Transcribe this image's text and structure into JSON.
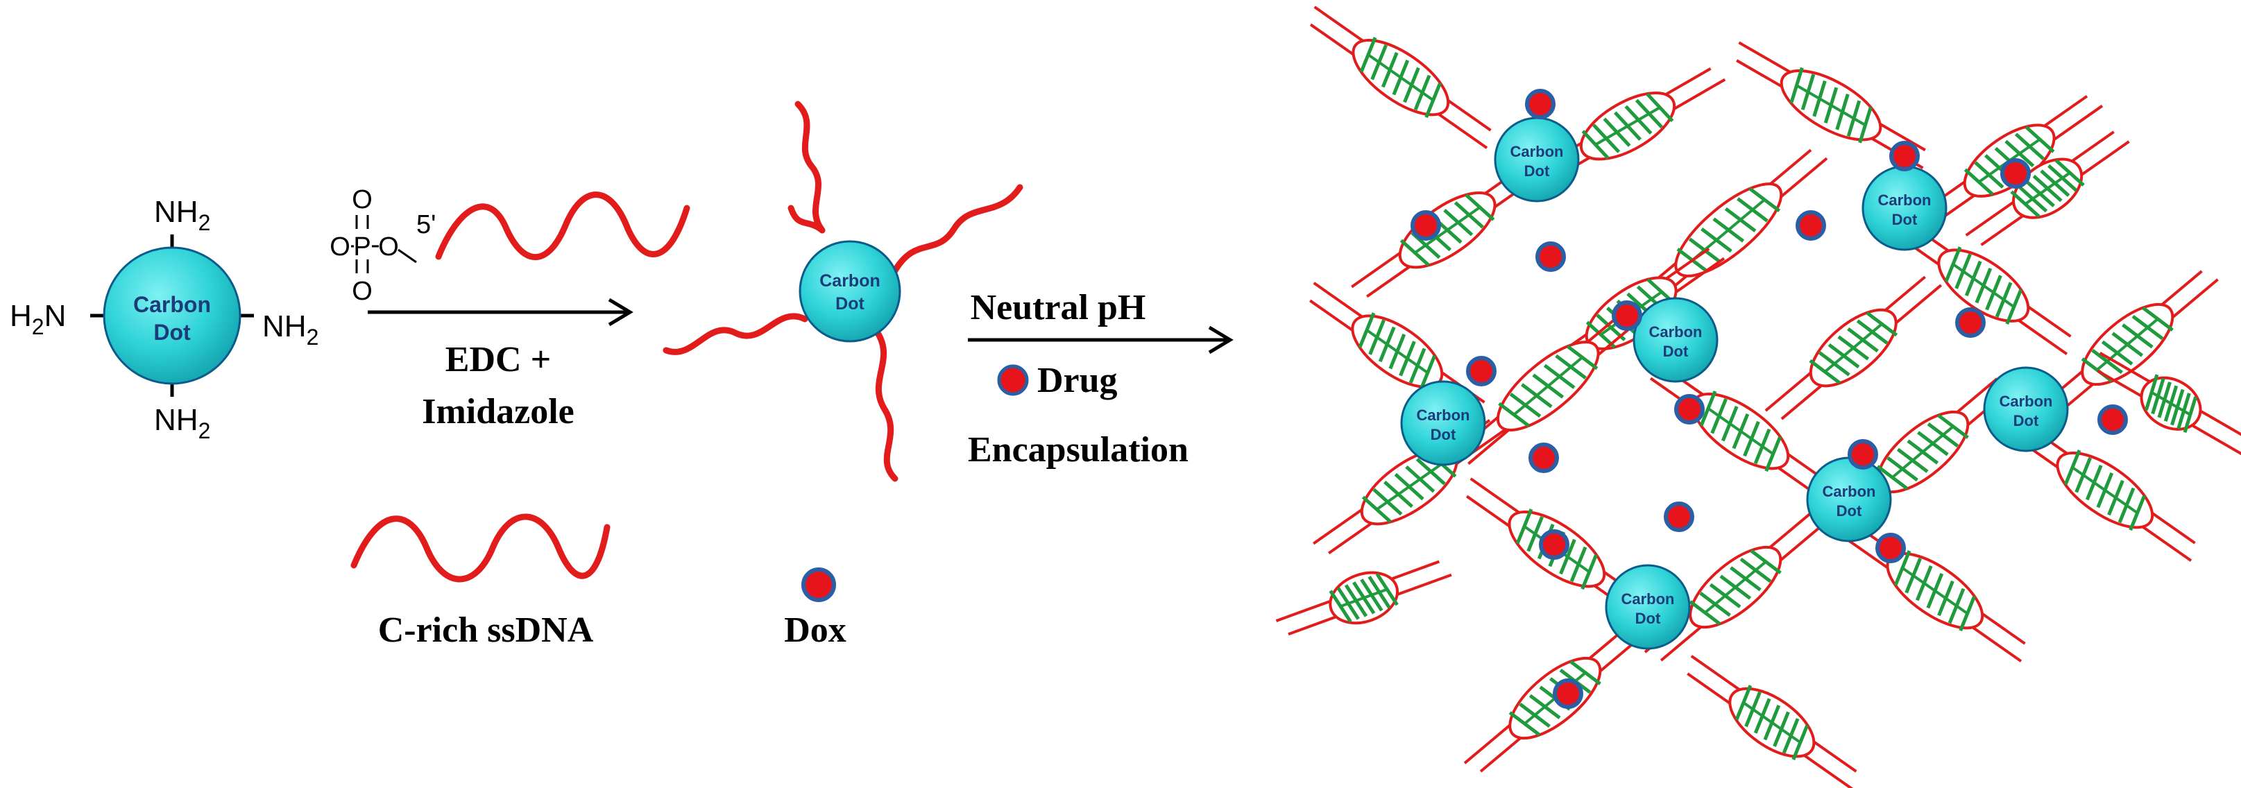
{
  "colors": {
    "dot_fill": "#2ed3d8",
    "dot_stroke": "#0b5c8a",
    "dna_red": "#e21b1b",
    "base_green": "#1f9a3c",
    "dox_red": "#e8141b",
    "dox_ring": "#2b5fa5",
    "text": "#000000"
  },
  "carbon_dot": {
    "line1": "Carbon",
    "line2": "Dot"
  },
  "amine": {
    "nh": "NH",
    "hn": "H",
    "n": "N",
    "sub": "2"
  },
  "phosphate": {
    "O": "O",
    "P": "P",
    "prime": "5'"
  },
  "step1": {
    "reagent1": "EDC +",
    "reagent2": "Imidazole"
  },
  "step2": {
    "condition": "Neutral pH",
    "drug_line1": "Drug",
    "drug_line2": "Encapsulation"
  },
  "legend": {
    "dna": "C-rich ssDNA",
    "dox": "Dox"
  }
}
